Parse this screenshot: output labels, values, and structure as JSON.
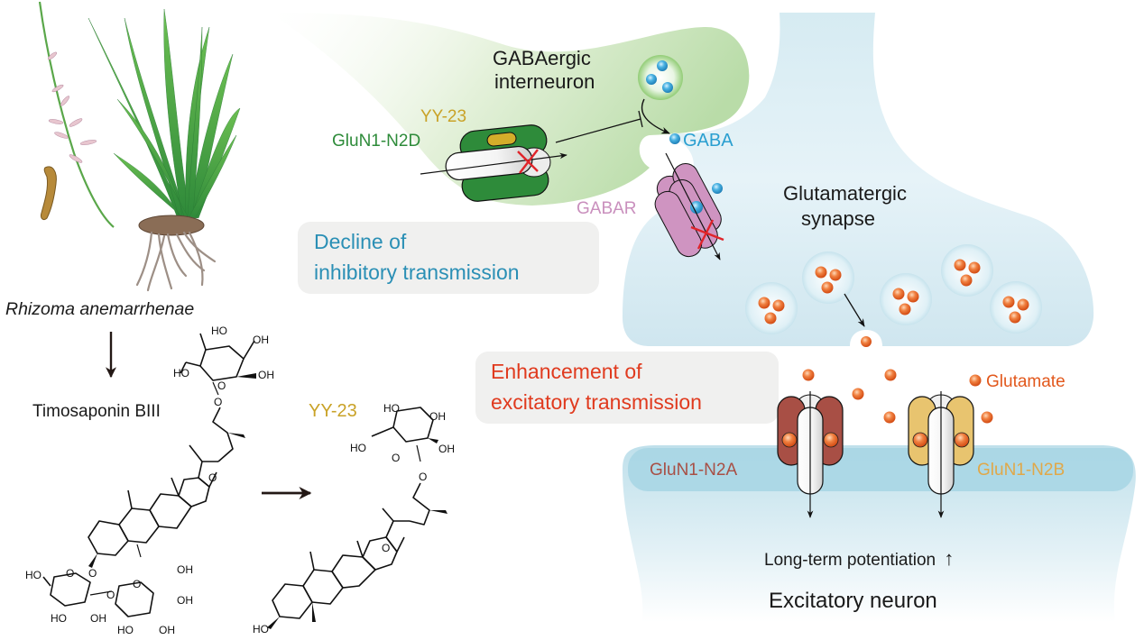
{
  "plant": {
    "label": "Rhizoma anemarrhenae",
    "image_semantic": "anemarrhena-plant-illustration"
  },
  "compounds": {
    "parent": {
      "name": "Timosaponin BIII"
    },
    "derivative": {
      "name": "YY-23"
    },
    "hydroxyl_label": "HO",
    "hydroxyl_label_right": "OH",
    "oxygen_label": "O"
  },
  "interneuron": {
    "title_line1": "GABAergic",
    "title_line2": "interneuron",
    "receptor_label": "GluN1-N2D",
    "drug_label": "YY-23",
    "neurotransmitter_label": "GABA",
    "gaba_receptor_label": "GABAR"
  },
  "callouts": {
    "inhibitory": {
      "line1": "Decline of",
      "line2": "inhibitory transmission"
    },
    "excitatory": {
      "line1": "Enhancement of",
      "line2": "excitatory transmission"
    }
  },
  "synapse": {
    "title_line1": "Glutamatergic",
    "title_line2": "synapse",
    "glutamate_label": "Glutamate",
    "receptor_left": "GluN1-N2A",
    "receptor_right": "GluN1-N2B",
    "ltp_label": "Long-term potentiation",
    "ltp_arrow": "↑",
    "neuron_label": "Excitatory neuron"
  },
  "colors": {
    "gaba_blue": "#2a9fd0",
    "yy23_gold": "#c9a227",
    "glun2d_green": "#2e8b3a",
    "gabar_pink": "#c98fbd",
    "glutamate_orange": "#e2581c",
    "n2a_brown": "#a84f45",
    "n2b_yellow": "#e8c46f",
    "inhibitory_text": "#2a8fb5",
    "excitatory_text": "#e03a1e",
    "inhibit_x_red": "#e0242a"
  }
}
